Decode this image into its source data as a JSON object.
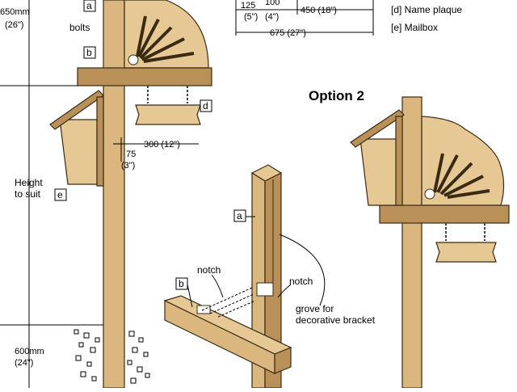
{
  "dimensions": {
    "d650mm": "650mm",
    "d26": "(26\")",
    "d125": "125",
    "d5": "(5\")",
    "d100": "100",
    "d4": "(4\")",
    "d450": "450 (18\")",
    "d675": "675 (27\")",
    "d300": "300 (12\")",
    "d75": "75",
    "d3": "(3\")",
    "d600mm": "600mm",
    "d24": "(24\")"
  },
  "labels": {
    "bolts": "bolts",
    "height1": "Height",
    "height2": "to suit",
    "notch1": "notch",
    "notch2": "notch",
    "grove1": "grove for",
    "grove2": "decorative bracket",
    "option2": "Option 2"
  },
  "tags": {
    "a": "a",
    "b": "b",
    "d": "d",
    "e": "e"
  },
  "legend": {
    "d": "[d] Name plaque",
    "e": "[e] Mailbox"
  }
}
